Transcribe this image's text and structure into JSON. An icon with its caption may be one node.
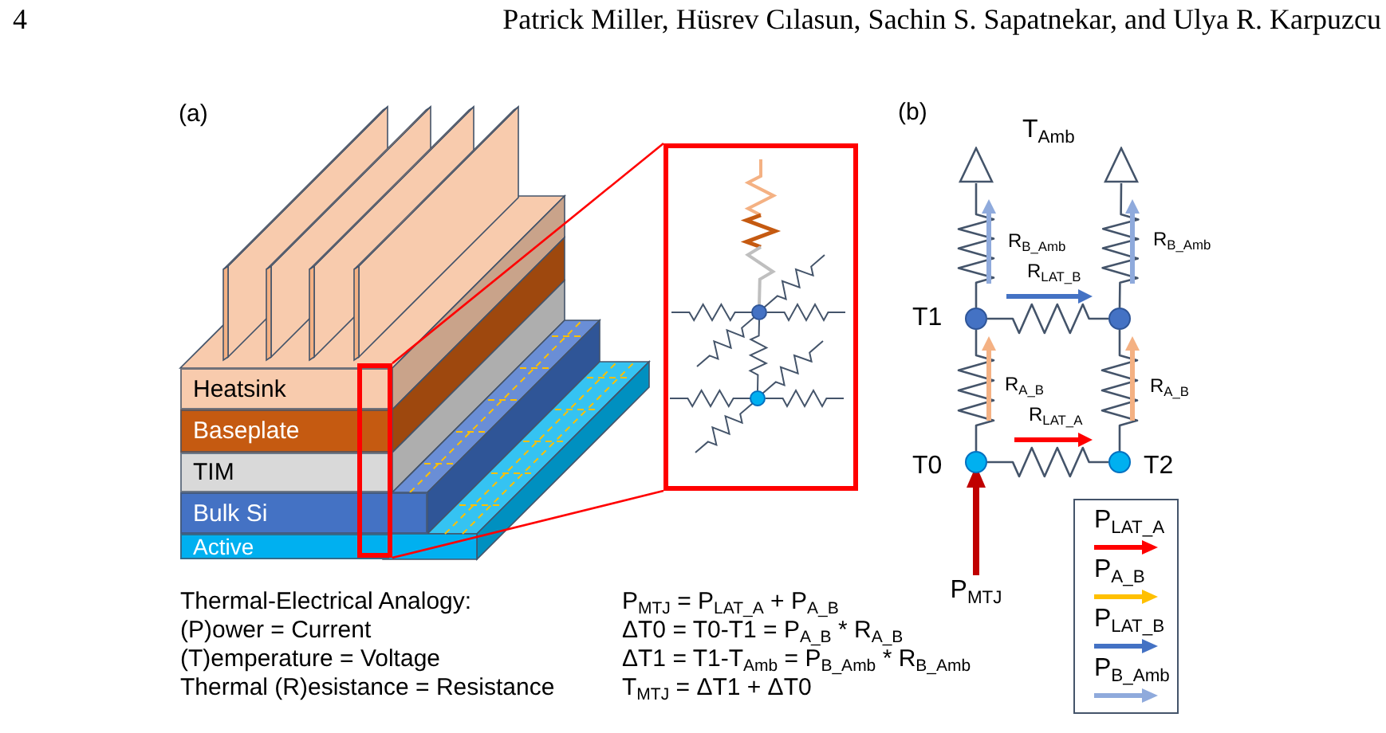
{
  "diagram": {
    "nodes": [
      {
        "text": [
          "Heatsink"
        ]
      },
      {
        "text": [
          "Baseplate"
        ]
      },
      {
        "text": [
          "TIM"
        ]
      },
      {
        "text": [
          "Bulk Si"
        ]
      },
      {
        "text": [
          "Active"
        ]
      },
      {
        "text": [],
        "shape": "box"
      },
      {
        "text": [],
        "shape": "picture"
      },
      {
        "text": [],
        "shape": "triangle"
      },
      {
        "text": [],
        "shape": "triangle"
      },
      {
        "text": [],
        "shape": "circle",
        "beside": [
          "T1"
        ]
      },
      {
        "text": [],
        "shape": "circle"
      },
      {
        "text": [],
        "shape": "circle",
        "beside": [
          "T0"
        ]
      },
      {
        "text": [],
        "shape": "circle",
        "beside": [
          "T2"
        ]
      },
      {
        "text": [
          "P$_{MTJ}$"
        ]
      }
    ],
    "edges": [
      {
        "from": 5,
        "to": 6,
        "arrow": "none",
        "color": "#ff0000"
      },
      {
        "from": 5,
        "to": 6,
        "arrow": "none",
        "color": "#ff0000"
      },
      {
        "from": 9,
        "to": 7,
        "arrow": "none",
        "label": "R$_{B_Amb}$"
      },
      {
        "from": 10,
        "to": 8,
        "arrow": "none",
        "label": "R$_{B_Amb}$"
      },
      {
        "from": 9,
        "to": 10,
        "arrow": "none",
        "label": "R$_{LAT_B}$"
      },
      {
        "from": 11,
        "to": 9,
        "arrow": "none",
        "label": "R$_{A_B}$"
      },
      {
        "from": 12,
        "to": 10,
        "arrow": "none",
        "label": "R$_{A_B}$"
      },
      {
        "from": 11,
        "to": 12,
        "arrow": "none",
        "label": "R$_{LAT_A}$"
      },
      {
        "from": 13,
        "to": 11,
        "arrow": "to",
        "style": "thick",
        "color": "#c00000"
      }
    ],
    "labels": [
      "4",
      "Patrick Miller, Hüsrev Cılasun, Sachin S. Sapatnekar, and Ulya R. Karpuzcu",
      "(a)",
      "(b)",
      "T$_{Amb}$",
      "Thermal-Electrical Analogy:",
      "P$_{MTJ}$ = P$_{LAT_A}$ + P$_{A_B}$",
      "(P)ower = Current",
      "ΔT0 = T0-T1 = P$_{A_B}$ * R$_{A_B}$",
      "(T)emperature = Voltage",
      "ΔT1 = T1-T$_{Amb}$ = P$_{B_Amb}$ * R$_{B_Amb}$",
      "Thermal (R)esistance = Resistance",
      "T$_{MTJ}$ = ΔT1 + ΔT0"
    ],
    "legend": [
      {
        "text": "P$_{LAT_A}$"
      },
      {
        "text": "P$_{A_B}$"
      },
      {
        "text": "P$_{LAT_B}$"
      },
      {
        "text": "P$_{B_Amb}$"
      }
    ]
  }
}
